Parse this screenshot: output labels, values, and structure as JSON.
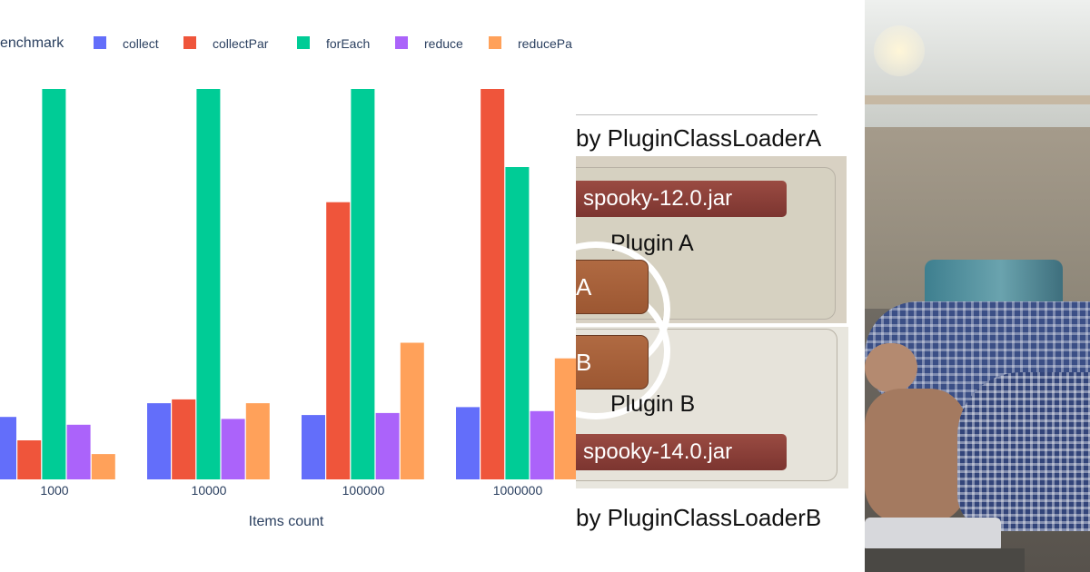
{
  "chart_data": {
    "type": "bar",
    "legend_title": "enchmark",
    "legend_position": "top",
    "xlabel": "Items count",
    "ylabel": "",
    "categories": [
      "1000",
      "10000",
      "100000",
      "1000000"
    ],
    "ylim": [
      0,
      100
    ],
    "series": [
      {
        "name": "collect",
        "values": [
          16,
          19.5,
          16.5,
          18.5
        ]
      },
      {
        "name": "collectPar",
        "values": [
          10,
          20.5,
          71,
          100
        ]
      },
      {
        "name": "forEach",
        "values": [
          100,
          100,
          100,
          80
        ]
      },
      {
        "name": "reduce",
        "values": [
          14,
          15.5,
          17,
          17.5
        ]
      },
      {
        "name": "reducePar",
        "values": [
          6.5,
          19.5,
          35,
          31
        ]
      }
    ],
    "colors": [
      "#636efa",
      "#ef553b",
      "#00cc96",
      "#ab63fa",
      "#ffa15a"
    ],
    "legend_labels": [
      "collect",
      "collectPar",
      "forEach",
      "reduce",
      "reducePa"
    ]
  },
  "diagram": {
    "loader_a": "by PluginClassLoaderA",
    "loader_b": "by PluginClassLoaderB",
    "jar_a": "spooky-12.0.jar",
    "jar_b": "spooky-14.0.jar",
    "plugin_a": "Plugin A",
    "plugin_b": "Plugin B",
    "module_a": "A",
    "module_b": "B"
  }
}
